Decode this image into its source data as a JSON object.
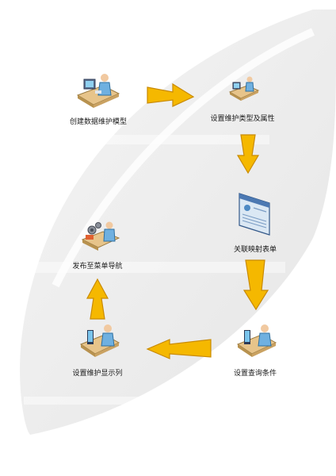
{
  "diagram": {
    "steps": [
      {
        "id": "step-1",
        "label": "创建数据维护模型",
        "icon": "person-at-desk-icon"
      },
      {
        "id": "step-2",
        "label": "设置维护类型及属性",
        "icon": "person-at-desk-icon"
      },
      {
        "id": "step-3",
        "label": "关联映射表单",
        "icon": "form-window-icon"
      },
      {
        "id": "step-4",
        "label": "设置查询条件",
        "icon": "person-at-desk-icon"
      },
      {
        "id": "step-5",
        "label": "设置维护显示列",
        "icon": "person-at-desk-icon"
      },
      {
        "id": "step-6",
        "label": "发布至菜单导航",
        "icon": "person-with-gears-icon"
      }
    ],
    "connections": [
      {
        "from": "step-1",
        "to": "step-2",
        "direction": "right"
      },
      {
        "from": "step-2",
        "to": "step-3",
        "direction": "down"
      },
      {
        "from": "step-3",
        "to": "step-4",
        "direction": "down"
      },
      {
        "from": "step-4",
        "to": "step-5",
        "direction": "left"
      },
      {
        "from": "step-5",
        "to": "step-6",
        "direction": "up"
      }
    ],
    "colors": {
      "arrow_fill": "#f5b800",
      "arrow_stroke": "#c98a00",
      "leaf_shade": "#eeeeee"
    }
  }
}
